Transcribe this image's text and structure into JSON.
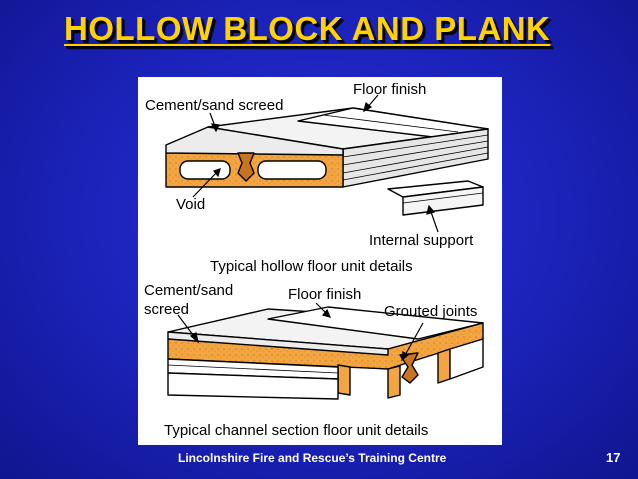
{
  "slide": {
    "title": "HOLLOW BLOCK AND PLANK",
    "footer": "Lincolnshire Fire and Rescue’s Training Centre",
    "page_number": "17"
  },
  "diagram": {
    "top_labels": {
      "floor_finish": "Floor finish",
      "screed": "Cement/sand screed",
      "void": "Void",
      "internal_support": "Internal support",
      "caption": "Typical hollow floor unit details"
    },
    "bottom_labels": {
      "screed_line1": "Cement/sand",
      "screed_line2": "screed",
      "floor_finish": "Floor finish",
      "grouted_joints": "Grouted joints",
      "caption": "Typical channel section floor unit details"
    },
    "colors": {
      "concrete": "#f2a541",
      "concrete_dark": "#c9741f",
      "screed": "#e9e9e9",
      "outline": "#000000"
    }
  }
}
